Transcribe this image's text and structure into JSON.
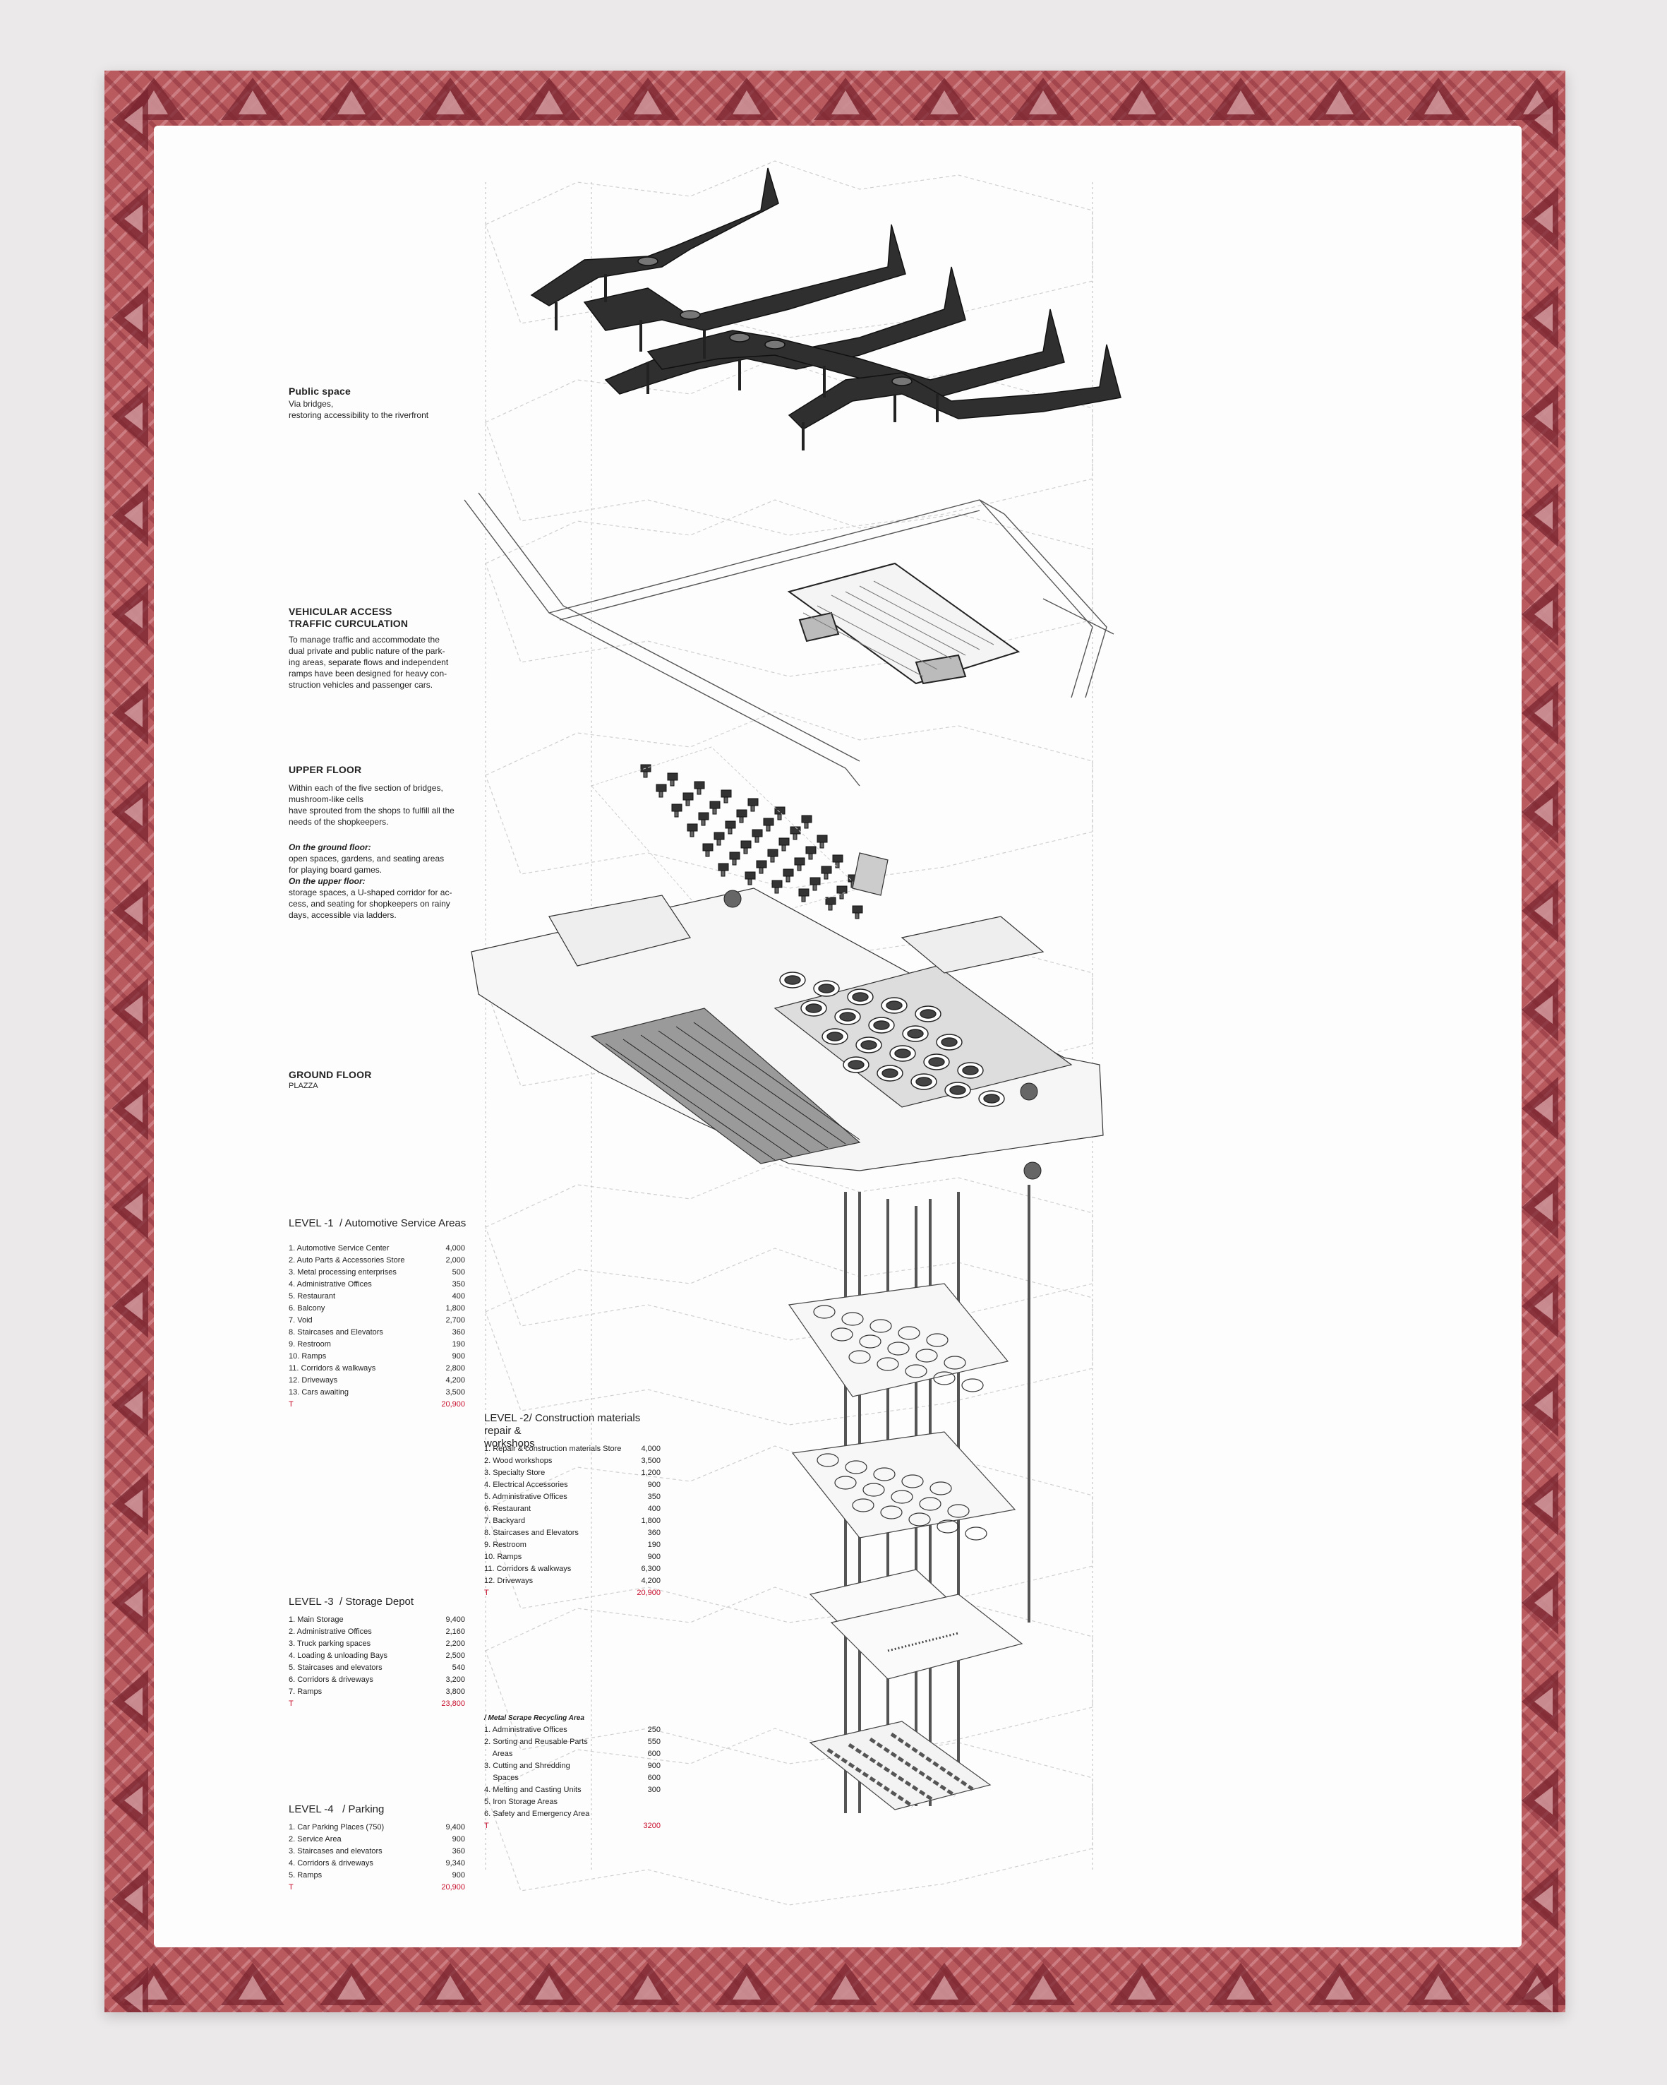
{
  "colors": {
    "frame": "#b95a5f",
    "frame_dark": "#7a2630",
    "paper": "#fdfdfd",
    "ink": "#222222",
    "total": "#c8102e"
  },
  "sections": {
    "public_space": {
      "title": "Public space",
      "text": "Via bridges,\nrestoring accessibility to the riverfront"
    },
    "vehicular": {
      "title": "VEHICULAR ACCESS\nTRAFFIC CURCULATION",
      "text": "To manage traffic and accommodate the\ndual private and public nature of the park-\ning areas, separate flows and independent\nramps have been designed for heavy con-\nstruction vehicles and passenger cars."
    },
    "upper_floor": {
      "title": "UPPER FLOOR",
      "text": "Within each of the five section of bridges,\nmushroom-like cells\nhave sprouted from the shops to fulfill all the\nneeds of the shopkeepers.",
      "ground_label": "On the ground floor:",
      "ground_text": "open spaces, gardens, and seating areas\nfor playing board games.",
      "upper_label": "On the upper floor:",
      "upper_text": "storage spaces, a U-shaped corridor for ac-\ncess, and seating for shopkeepers on rainy\ndays, accessible via ladders."
    },
    "ground_floor": {
      "title": "GROUND FLOOR",
      "sub": "PLAZZA"
    }
  },
  "level1": {
    "title": "LEVEL -1",
    "subtitle": "/ Automotive Service Areas",
    "rows": [
      {
        "name": "1. Automotive Service Center",
        "value": "4,000"
      },
      {
        "name": "2. Auto Parts & Accessories Store",
        "value": "2,000"
      },
      {
        "name": "3. Metal processing enterprises",
        "value": "500"
      },
      {
        "name": "4. Administrative Offices",
        "value": "350"
      },
      {
        "name": "5. Restaurant",
        "value": "400"
      },
      {
        "name": "6. Balcony",
        "value": "1,800"
      },
      {
        "name": "7. Void",
        "value": "2,700"
      },
      {
        "name": "8. Staircases and Elevators",
        "value": "360"
      },
      {
        "name": "9. Restroom",
        "value": "190"
      },
      {
        "name": "10. Ramps",
        "value": "900"
      },
      {
        "name": "11. Corridors & walkways",
        "value": "2,800"
      },
      {
        "name": "12. Driveways",
        "value": "4,200"
      },
      {
        "name": "13. Cars awaiting",
        "value": "3,500"
      }
    ],
    "total_label": "T",
    "total": "20,900"
  },
  "level2": {
    "title": "LEVEL -2",
    "subtitle": "/ Construction materials repair &\nworkshops",
    "rows": [
      {
        "name": "1. Repair & construction materials Store",
        "value": "4,000"
      },
      {
        "name": "2. Wood workshops",
        "value": "3,500"
      },
      {
        "name": "3. Specialty Store",
        "value": "1,200"
      },
      {
        "name": "4. Electrical Accessories",
        "value": "900"
      },
      {
        "name": "5. Administrative Offices",
        "value": "350"
      },
      {
        "name": "6. Restaurant",
        "value": "400"
      },
      {
        "name": "7. Backyard",
        "value": "1,800"
      },
      {
        "name": "8. Staircases and Elevators",
        "value": "360"
      },
      {
        "name": "9. Restroom",
        "value": "190"
      },
      {
        "name": "10. Ramps",
        "value": "900"
      },
      {
        "name": "11. Corridors & walkways",
        "value": "6,300"
      },
      {
        "name": "12. Driveways",
        "value": "4,200"
      }
    ],
    "total_label": "T",
    "total": "20,900"
  },
  "level3": {
    "title": "LEVEL -3",
    "subtitle": "/ Storage Depot",
    "rows": [
      {
        "name": "1. Main Storage",
        "value": "9,400"
      },
      {
        "name": "2. Administrative Offices",
        "value": "2,160"
      },
      {
        "name": "3. Truck parking spaces",
        "value": "2,200"
      },
      {
        "name": "4. Loading & unloading Bays",
        "value": "2,500"
      },
      {
        "name": "5. Staircases and elevators",
        "value": "540"
      },
      {
        "name": "6. Corridors & driveways",
        "value": "3,200"
      },
      {
        "name": "7. Ramps",
        "value": "3,800"
      }
    ],
    "total_label": "T",
    "total": "23,800"
  },
  "metal": {
    "title": "/ Metal Scrape Recycling Area",
    "rows": [
      {
        "name": "1. Administrative Offices",
        "value": "250"
      },
      {
        "name": "2. Sorting and Reusable Parts\n    Areas",
        "value": "550\n600"
      },
      {
        "name": "3. Cutting and Shredding\n    Spaces",
        "value": "900\n600"
      },
      {
        "name": "4. Melting and Casting Units",
        "value": "300"
      },
      {
        "name": "5. Iron Storage Areas",
        "value": ""
      },
      {
        "name": "6. Safety and Emergency Area",
        "value": ""
      }
    ],
    "total_label": "T",
    "total": "3200"
  },
  "level4": {
    "title": "LEVEL -4",
    "subtitle": "/ Parking",
    "rows": [
      {
        "name": "1. Car Parking Places (750)",
        "value": "9,400"
      },
      {
        "name": "2. Service Area",
        "value": "900"
      },
      {
        "name": "3. Staircases and elevators",
        "value": "360"
      },
      {
        "name": "4. Corridors & driveways",
        "value": "9,340"
      },
      {
        "name": "5. Ramps",
        "value": "900"
      }
    ],
    "total_label": "T",
    "total": "20,900"
  }
}
